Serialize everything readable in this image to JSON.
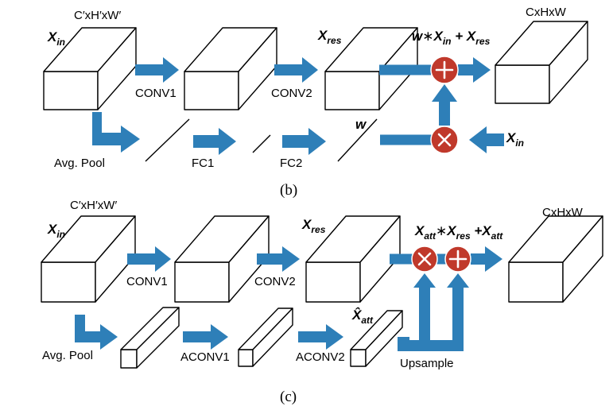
{
  "diagram_b": {
    "caption": "(b)",
    "input_dims": "C′xH′xW′",
    "output_dims": "CxHxW",
    "x_in": "X",
    "x_in_sub": "in",
    "x_res": "X",
    "x_res_sub": "res",
    "formula_w": "w",
    "formula_star": "∗",
    "formula_x": "X",
    "formula_x_sub": "in",
    "formula_plus": " + X",
    "formula_res_sub": "res",
    "w_label": "w",
    "x_in_right": "X",
    "x_in_right_sub": "in",
    "conv1": "CONV1",
    "conv2": "CONV2",
    "avg_pool": "Avg. Pool",
    "fc1": "FC1",
    "fc2": "FC2"
  },
  "diagram_c": {
    "caption": "(c)",
    "input_dims": "C′xH′xW′",
    "output_dims": "CxHxW",
    "x_in": "X",
    "x_in_sub": "in",
    "x_res": "X",
    "x_res_sub": "res",
    "formula_a": "X",
    "formula_a_sub": "att",
    "formula_star": "∗",
    "formula_b": "X",
    "formula_b_sub": "res",
    "formula_plus": " +X",
    "formula_c_sub": "att",
    "x_att_hat": "X̂",
    "x_att_hat_sub": "att",
    "conv1": "CONV1",
    "conv2": "CONV2",
    "avg_pool": "Avg. Pool",
    "aconv1": "ACONV1",
    "aconv2": "ACONV2",
    "upsample": "Upsample"
  },
  "colors": {
    "flow_blue": "#2e7fb8",
    "operator_red": "#c0392b"
  }
}
